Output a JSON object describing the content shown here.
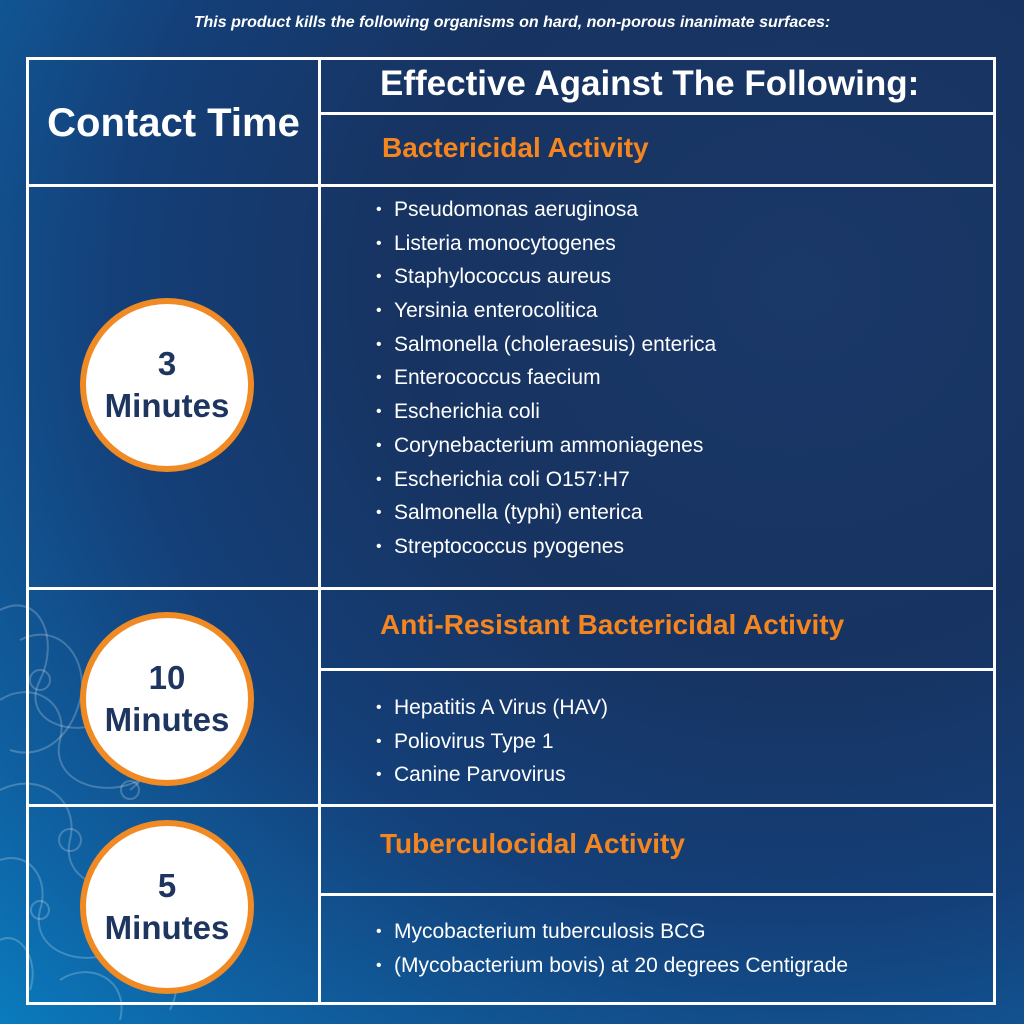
{
  "intro_text": "This product kills the following organisms on hard, non-porous inanimate surfaces:",
  "header": {
    "contact_time": "Contact Time",
    "effective_against": "Effective Against The Following:"
  },
  "sections": [
    {
      "title": "Bactericidal Activity",
      "time_number": "3",
      "time_unit": "Minutes",
      "organisms": [
        "Pseudomonas aeruginosa",
        "Listeria monocytogenes",
        "Staphylococcus aureus",
        "Yersinia enterocolitica",
        "Salmonella (choleraesuis) enterica",
        "Enterococcus faecium",
        "Escherichia coli",
        "Corynebacterium ammoniagenes",
        "Escherichia coli O157:H7",
        "Salmonella (typhi) enterica",
        "Streptococcus pyogenes"
      ]
    },
    {
      "title": "Anti-Resistant Bactericidal Activity",
      "time_number": "10",
      "time_unit": "Minutes",
      "organisms": [
        "Hepatitis A Virus (HAV)",
        "Poliovirus Type 1",
        "Canine Parvovirus"
      ]
    },
    {
      "title": "Tuberculocidal Activity",
      "time_number": "5",
      "time_unit": "Minutes",
      "organisms": [
        "Mycobacterium tuberculosis BCG",
        "(Mycobacterium bovis) at 20 degrees Centigrade"
      ]
    }
  ],
  "colors": {
    "accent_orange": "#f5851f",
    "circle_ring": "#f08a24",
    "circle_text": "#1e3560",
    "background_dark": "#173361",
    "background_light": "#0a7bbd",
    "grid_lines": "#ffffff"
  }
}
